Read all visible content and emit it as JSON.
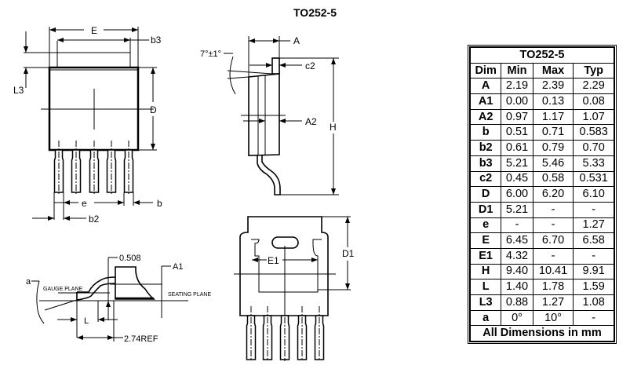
{
  "title": "TO252-5",
  "top_view": {
    "labels": {
      "E": "E",
      "b3": "b3",
      "L3": "L3",
      "D": "D",
      "e": "e",
      "b": "b",
      "b2": "b2"
    }
  },
  "side_view": {
    "labels": {
      "angle": "7°±1°",
      "A": "A",
      "c2": "c2",
      "A2": "A2",
      "H": "H"
    }
  },
  "lead_detail": {
    "labels": {
      "dim_0508": "0.508",
      "A1": "A1",
      "a": "a",
      "gauge_plane": "GAUGE PLANE",
      "seating_plane": "SEATING PLANE",
      "L": "L",
      "ref": "2.74REF"
    }
  },
  "bottom_view": {
    "labels": {
      "E1": "E1",
      "D1": "D1"
    }
  },
  "table": {
    "title": "TO252-5",
    "headers": [
      "Dim",
      "Min",
      "Max",
      "Typ"
    ],
    "rows": [
      [
        "A",
        "2.19",
        "2.39",
        "2.29"
      ],
      [
        "A1",
        "0.00",
        "0.13",
        "0.08"
      ],
      [
        "A2",
        "0.97",
        "1.17",
        "1.07"
      ],
      [
        "b",
        "0.51",
        "0.71",
        "0.583"
      ],
      [
        "b2",
        "0.61",
        "0.79",
        "0.70"
      ],
      [
        "b3",
        "5.21",
        "5.46",
        "5.33"
      ],
      [
        "c2",
        "0.45",
        "0.58",
        "0.531"
      ],
      [
        "D",
        "6.00",
        "6.20",
        "6.10"
      ],
      [
        "D1",
        "5.21",
        "-",
        "-"
      ],
      [
        "e",
        "-",
        "-",
        "1.27"
      ],
      [
        "E",
        "6.45",
        "6.70",
        "6.58"
      ],
      [
        "E1",
        "4.32",
        "-",
        "-"
      ],
      [
        "H",
        "9.40",
        "10.41",
        "9.91"
      ],
      [
        "L",
        "1.40",
        "1.78",
        "1.59"
      ],
      [
        "L3",
        "0.88",
        "1.27",
        "1.08"
      ],
      [
        "a",
        "0°",
        "10°",
        "-"
      ]
    ],
    "footer": "All Dimensions in mm"
  }
}
